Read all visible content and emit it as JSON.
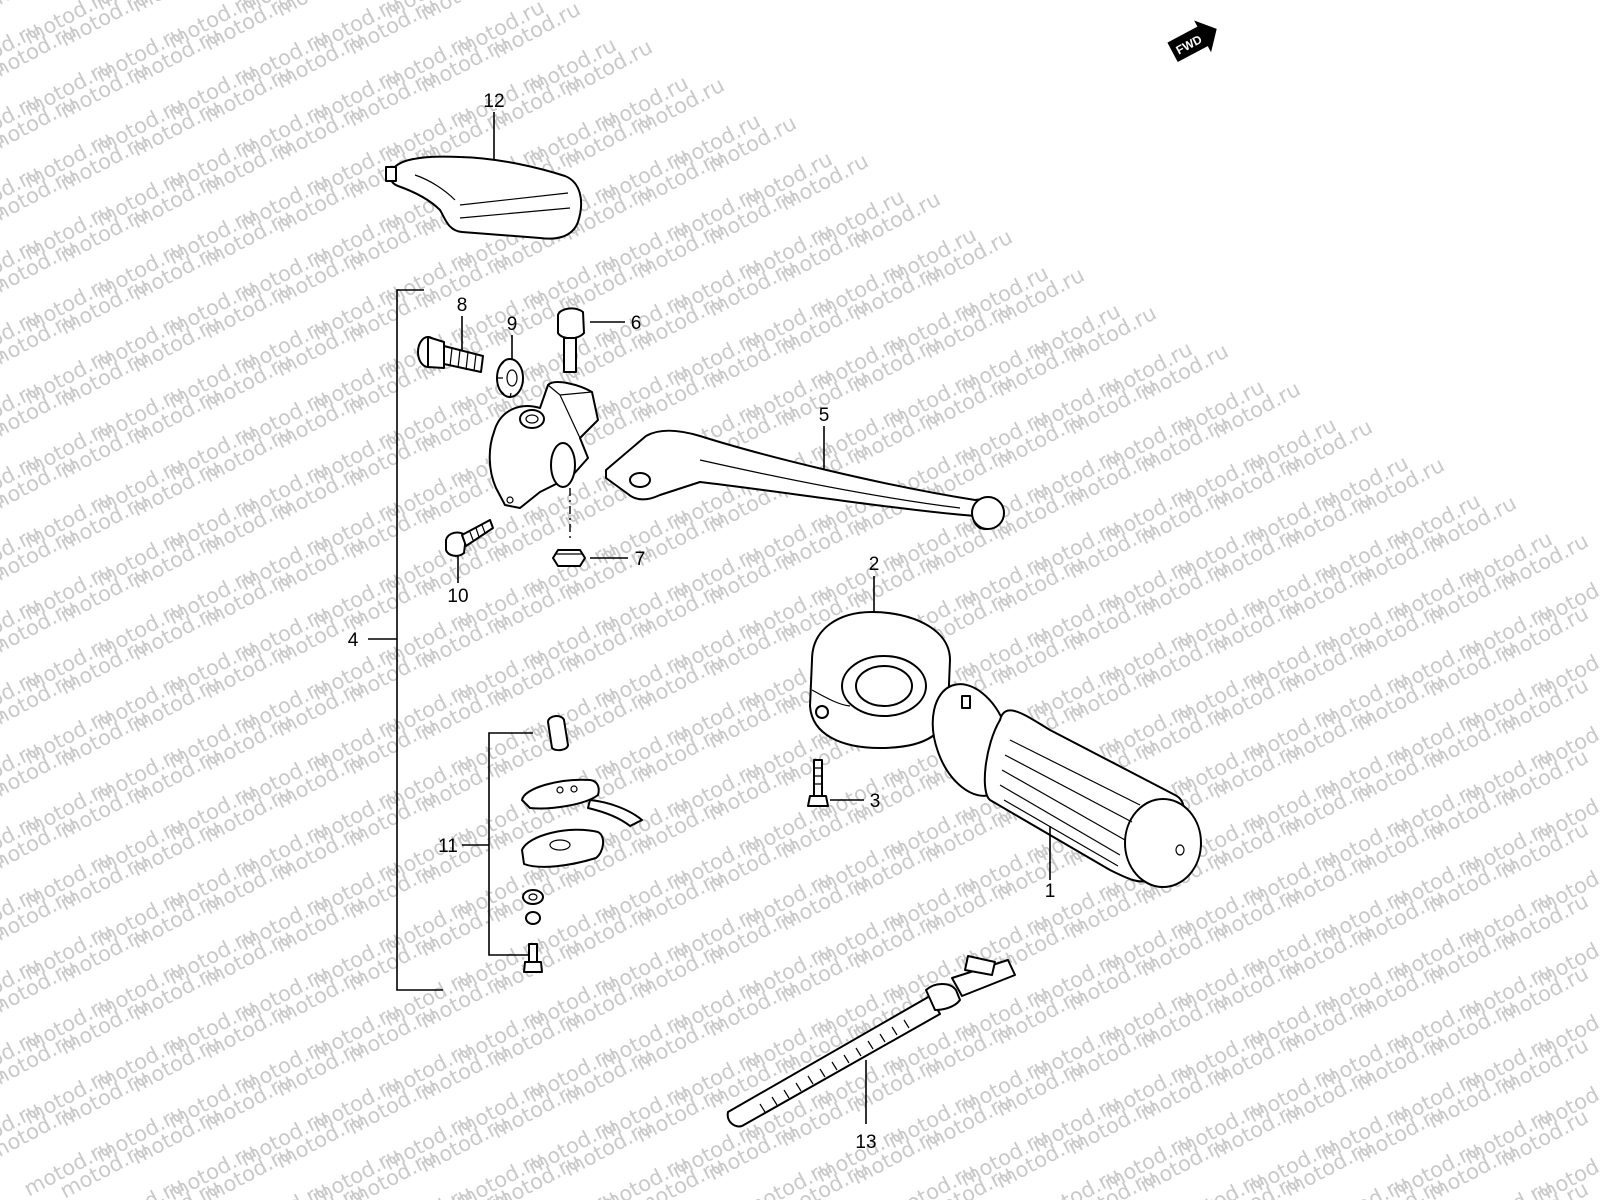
{
  "watermark": {
    "text": "motod.ru",
    "color": "#c9c9c9"
  },
  "fwd_badge": {
    "label": "FWD"
  },
  "callouts": {
    "c1": "1",
    "c2": "2",
    "c3": "3",
    "c4": "4",
    "c5": "5",
    "c6": "6",
    "c7": "7",
    "c8": "8",
    "c9": "9",
    "c10": "10",
    "c11": "11",
    "c12": "12",
    "c13": "13"
  },
  "parts": {
    "p1": "grip-icon",
    "p2": "grip-cap-ring-icon",
    "p3": "screw-icon",
    "p4": "lever-holder-assembly-icon",
    "p5": "clutch-lever-icon",
    "p6": "pivot-bolt-icon",
    "p7": "nut-icon",
    "p8": "adjuster-bolt-icon",
    "p9": "lock-nut-icon",
    "p10": "clamp-bolt-icon",
    "p11": "switch-set-icon",
    "p12": "lever-cover-icon",
    "p13": "cable-tie-icon"
  }
}
